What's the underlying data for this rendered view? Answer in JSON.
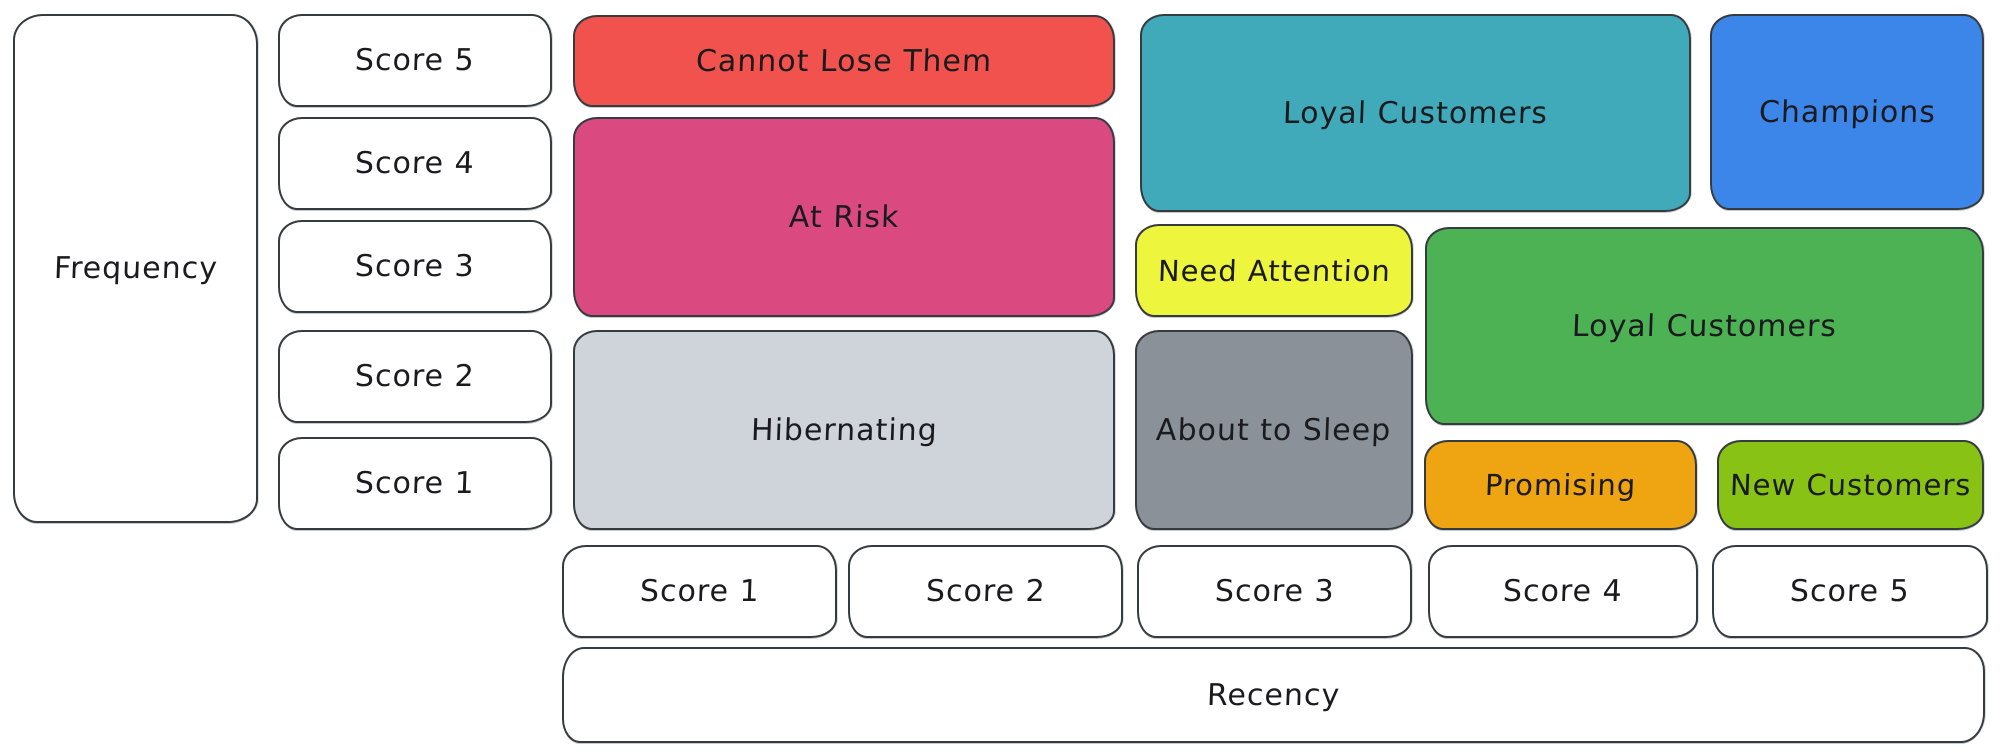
{
  "axis_y": {
    "label": "Frequency",
    "scores": [
      "Score 5",
      "Score 4",
      "Score 3",
      "Score 2",
      "Score 1"
    ]
  },
  "axis_x": {
    "label": "Recency",
    "scores": [
      "Score 1",
      "Score 2",
      "Score 3",
      "Score 4",
      "Score 5"
    ]
  },
  "segments": [
    {
      "id": "cannot-lose-them",
      "label": "Cannot Lose Them",
      "color": "#f1524d"
    },
    {
      "id": "at-risk",
      "label": "At Risk",
      "color": "#da4a80"
    },
    {
      "id": "hibernating",
      "label": "Hibernating",
      "color": "#ced4da"
    },
    {
      "id": "loyal-customers-top",
      "label": "Loyal Customers",
      "color": "#40aabb"
    },
    {
      "id": "need-attention",
      "label": "Need Attention",
      "color": "#eef53d"
    },
    {
      "id": "about-to-sleep",
      "label": "About to Sleep",
      "color": "#8a9199"
    },
    {
      "id": "champions",
      "label": "Champions",
      "color": "#3d86e9"
    },
    {
      "id": "loyal-customers-mid",
      "label": "Loyal Customers",
      "color": "#4db253"
    },
    {
      "id": "promising",
      "label": "Promising",
      "color": "#eea511"
    },
    {
      "id": "new-customers",
      "label": "New Customers",
      "color": "#87c214"
    }
  ],
  "ink": "#1b1b1f",
  "stroke": "#363b40"
}
